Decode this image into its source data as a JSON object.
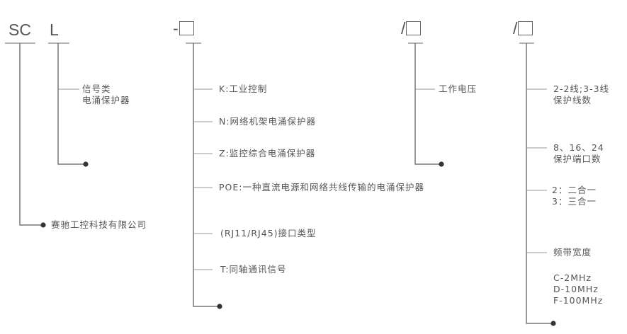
{
  "code": {
    "sc": "SC",
    "l": "L",
    "dash": "-",
    "slash1": "/",
    "slash2": "/"
  },
  "company": "赛驰工控科技有限公司",
  "l_desc": {
    "line1": "信号类",
    "line2": "电涌保护器"
  },
  "type_options": [
    "K:工业控制",
    "N:网络机架电涌保护器",
    "Z:监控综合电涌保护器",
    "POE:一种直流电源和网络共线传输的电涌保护器",
    "(RJ11/RJ45)接口类型",
    "T:同轴通讯信号"
  ],
  "voltage": "工作电压",
  "right": {
    "lines": {
      "line1": "2-2线;3-3线",
      "line2": "保护线数"
    },
    "ports": {
      "line1": "8、16、24",
      "line2": "保护端口数"
    },
    "combo": {
      "line1": "2：二合一",
      "line2": "3：三合一"
    },
    "bandwidth": {
      "title": "频带宽度",
      "c": "C-2MHz",
      "d": "D-10MHz",
      "f": "F-100MHz"
    }
  },
  "colors": {
    "line": "#777777",
    "dot": "#333333",
    "text": "#555555"
  }
}
